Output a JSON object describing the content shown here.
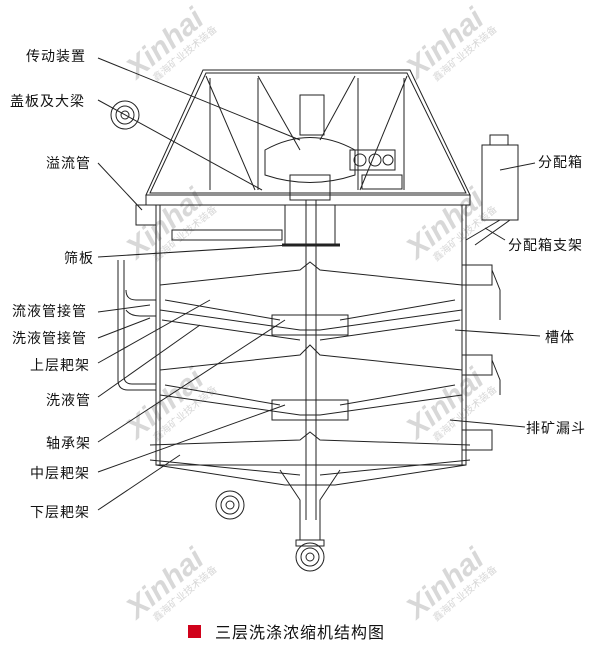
{
  "labels_left": [
    "传动装置",
    "盖板及大梁",
    "溢流管",
    "筛板",
    "流液管接管",
    "洗液管接管",
    "上层耙架",
    "洗液管",
    "轴承架",
    "中层耙架",
    "下层耙架"
  ],
  "labels_right": [
    "分配箱",
    "分配箱支架",
    "槽体",
    "排矿漏斗"
  ],
  "caption": "三层洗涤浓缩机结构图",
  "watermark": {
    "brand": "Xinhai",
    "sub": "鑫海矿业技术装备"
  },
  "colors": {
    "caption_marker": "#d0021b",
    "line": "#222222",
    "watermark": "#d8d8d8"
  }
}
